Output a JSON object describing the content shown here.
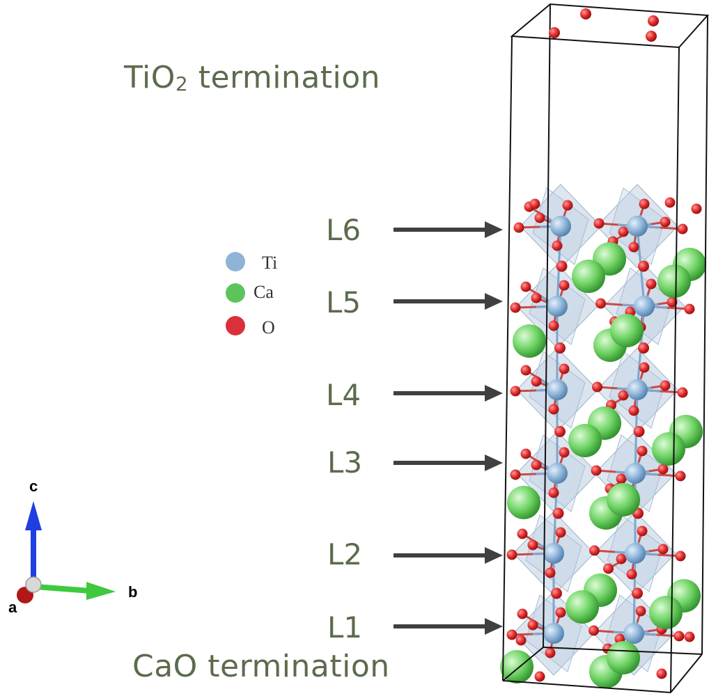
{
  "top_label": {
    "prefix": "TiO",
    "sub": "2",
    "suffix": " termination"
  },
  "bottom_label": "CaO termination",
  "legend": [
    {
      "symbol": "Ti",
      "color": "#8fb4d8"
    },
    {
      "symbol": "Ca",
      "color": "#5cc45a"
    },
    {
      "symbol": "O",
      "color": "#d9303a"
    }
  ],
  "layers": [
    "L6",
    "L5",
    "L4",
    "L3",
    "L2",
    "L1"
  ],
  "axes": {
    "c": "c",
    "b": "b",
    "a": "a",
    "c_color": "#1f3fe0",
    "b_color": "#3ec93e",
    "a_color": "#b01818"
  }
}
